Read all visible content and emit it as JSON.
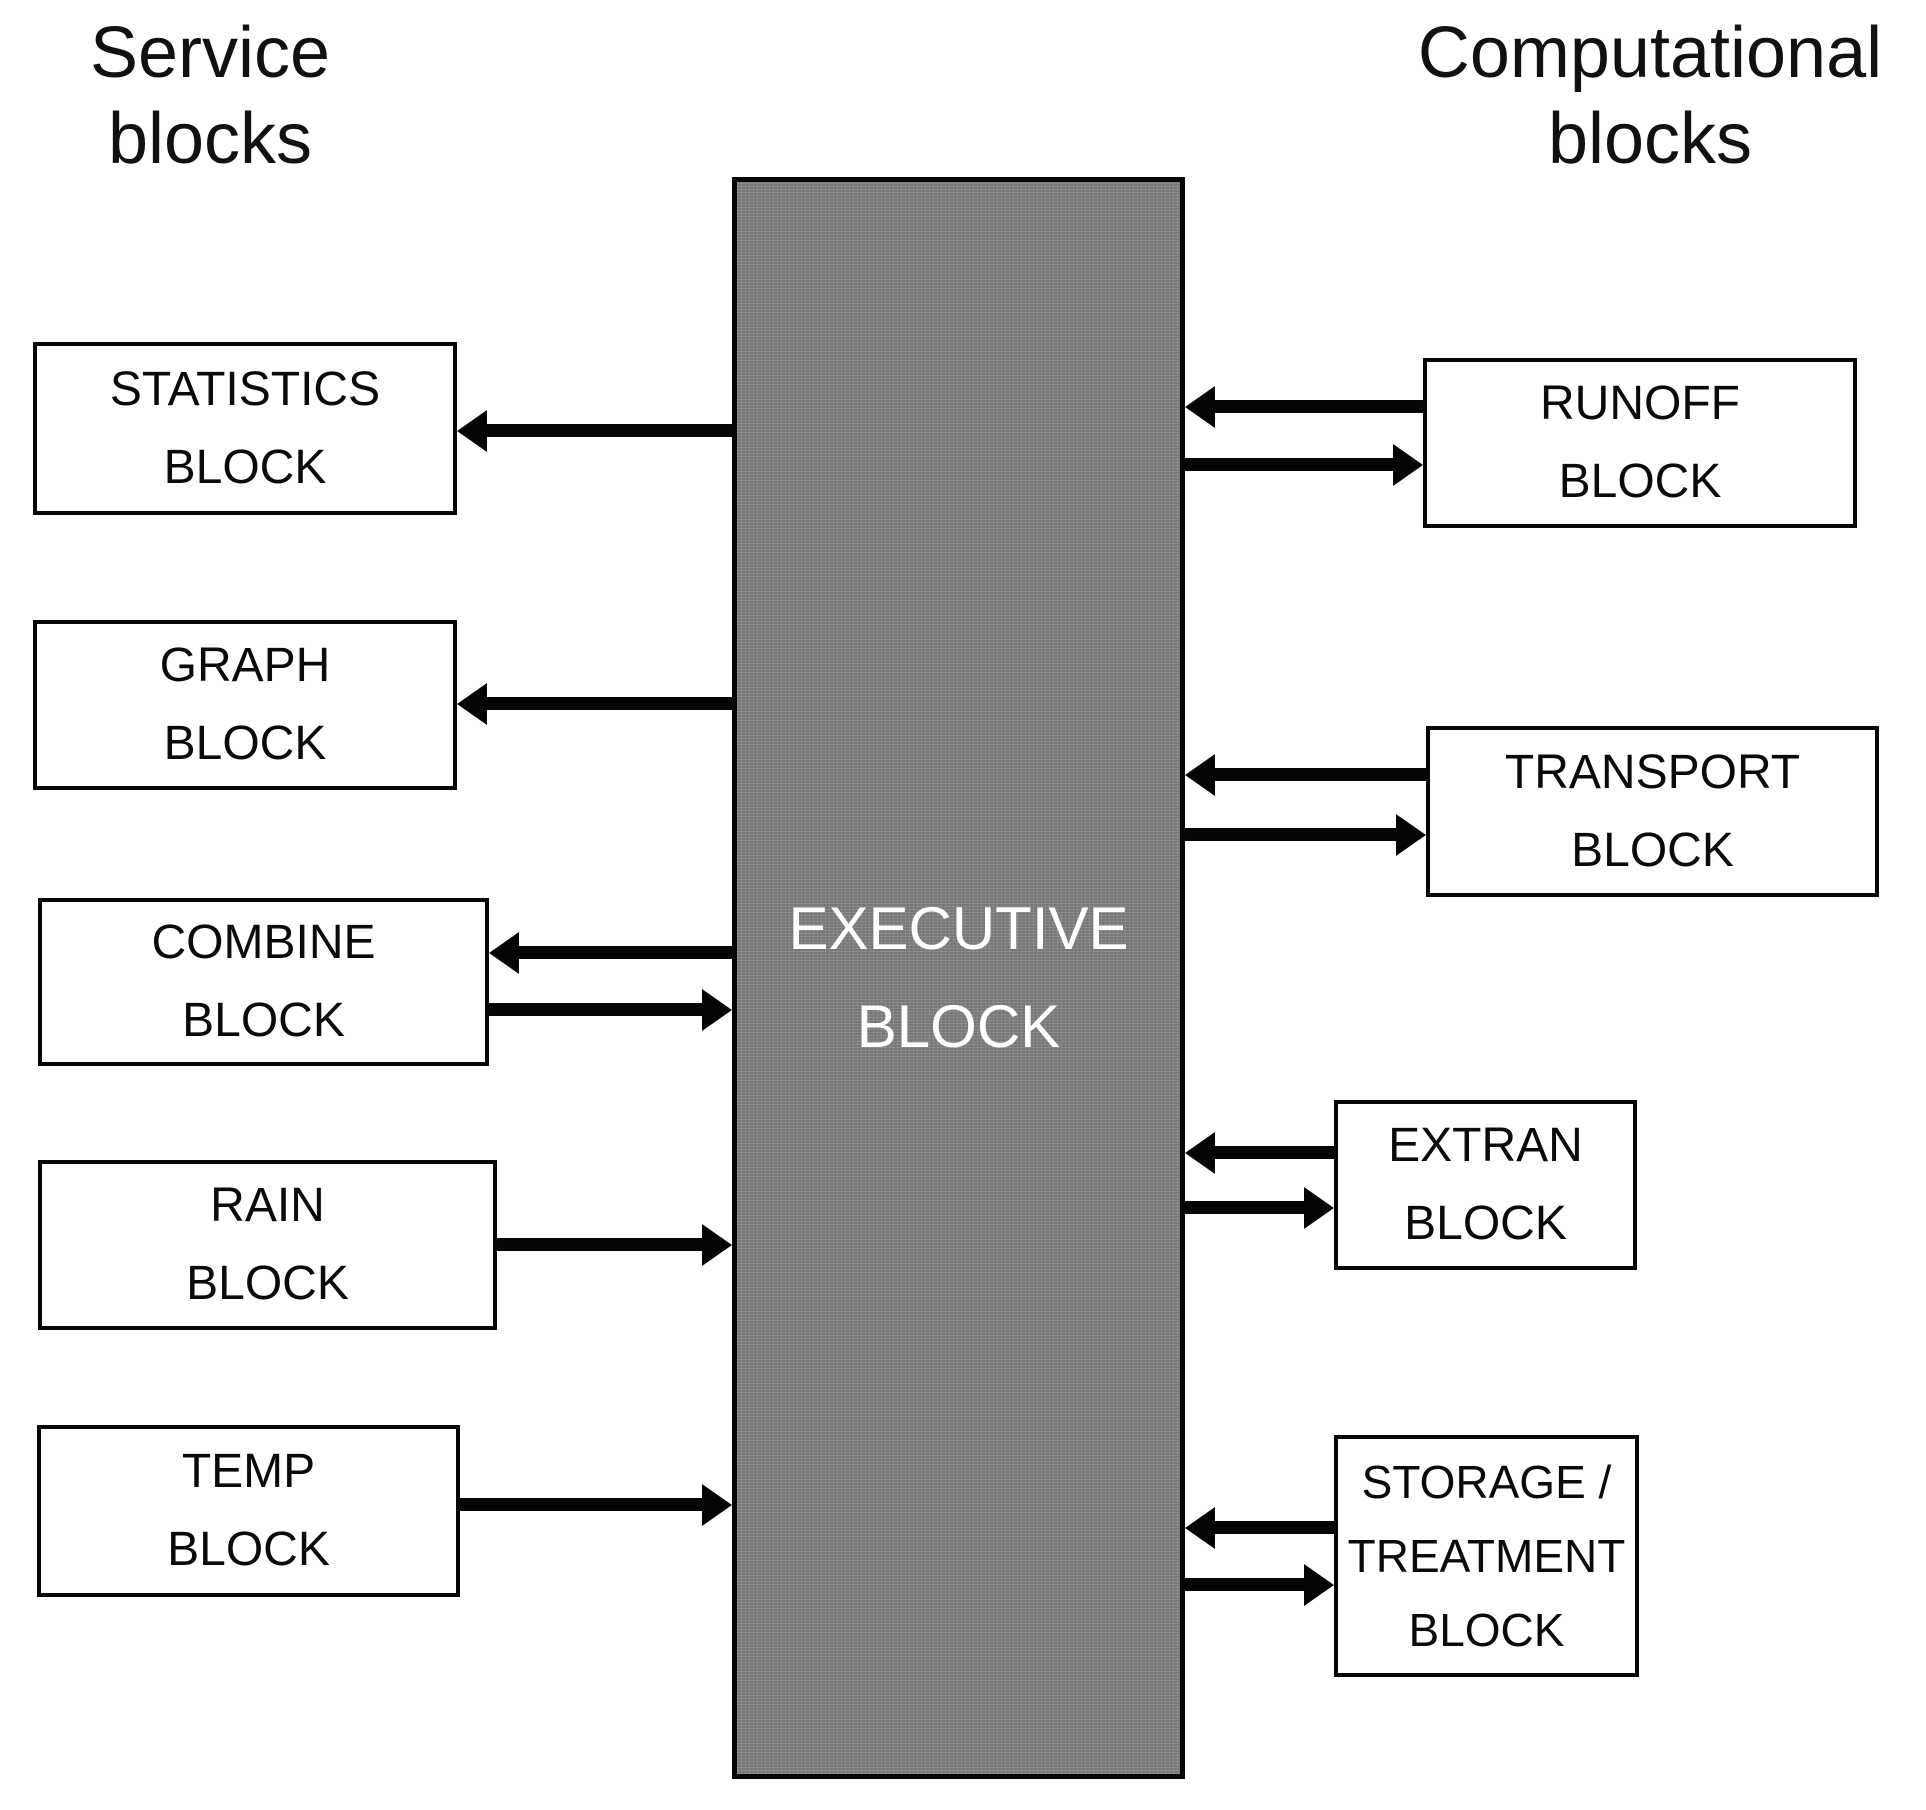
{
  "titles": {
    "service": {
      "line1": "Service",
      "line2": "blocks"
    },
    "computational": {
      "line1": "Computational",
      "line2": "blocks"
    }
  },
  "executive_block": {
    "line1": "EXECUTIVE",
    "line2": "BLOCK"
  },
  "service_blocks": [
    {
      "id": "statistics",
      "lines": [
        "STATISTICS",
        "BLOCK"
      ],
      "arrows": [
        "from-executive"
      ]
    },
    {
      "id": "graph",
      "lines": [
        "GRAPH",
        "BLOCK"
      ],
      "arrows": [
        "from-executive"
      ]
    },
    {
      "id": "combine",
      "lines": [
        "COMBINE",
        "BLOCK"
      ],
      "arrows": [
        "from-executive",
        "to-executive"
      ]
    },
    {
      "id": "rain",
      "lines": [
        "RAIN",
        "BLOCK"
      ],
      "arrows": [
        "to-executive"
      ]
    },
    {
      "id": "temp",
      "lines": [
        "TEMP",
        "BLOCK"
      ],
      "arrows": [
        "to-executive"
      ]
    }
  ],
  "computational_blocks": [
    {
      "id": "runoff",
      "lines": [
        "RUNOFF",
        "BLOCK"
      ],
      "arrows": [
        "to-executive",
        "from-executive"
      ]
    },
    {
      "id": "transport",
      "lines": [
        "TRANSPORT",
        "BLOCK"
      ],
      "arrows": [
        "to-executive",
        "from-executive"
      ]
    },
    {
      "id": "extran",
      "lines": [
        "EXTRAN",
        "BLOCK"
      ],
      "arrows": [
        "to-executive",
        "from-executive"
      ]
    },
    {
      "id": "storage_treatment",
      "lines": [
        "STORAGE /",
        "TREATMENT",
        "BLOCK"
      ],
      "arrows": [
        "to-executive",
        "from-executive"
      ]
    }
  ],
  "colors": {
    "background": "#ffffff",
    "box_fill": "#ffffff",
    "border": "#060606",
    "arrow": "#050505",
    "text": "#0a0a0a",
    "executive_fill": "#7d7d7d",
    "executive_text": "#ffffff"
  }
}
